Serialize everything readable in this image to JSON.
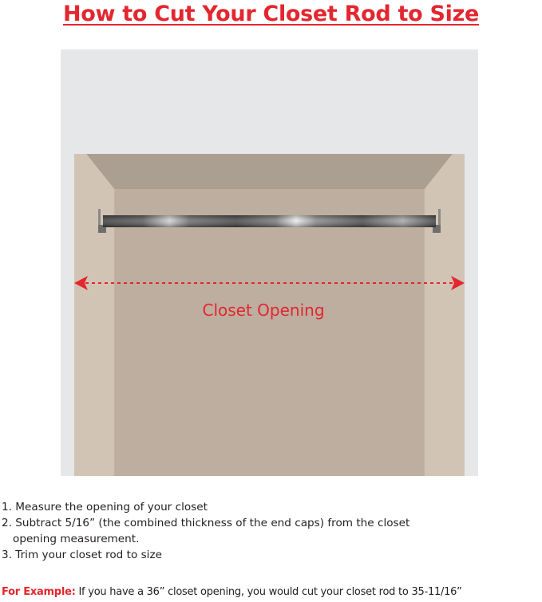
{
  "title": "How to Cut Your Closet Rod to Size",
  "diagram": {
    "opening_label": "Closet Opening",
    "colors": {
      "accent": "#e3262f",
      "wall": "#e6e7e8",
      "side": "#d2c4b4",
      "ceiling": "#ab9f92",
      "back": "#bdae9f",
      "rod": "#4a4a4a"
    }
  },
  "instructions": {
    "step1": "1. Measure the opening of your closet",
    "step2_line1": "2. Subtract 5/16” (the combined thickness of the end caps) from the closet",
    "step2_line2": "opening measurement.",
    "step3": "3. Trim your closet rod to size"
  },
  "example": {
    "lead": "For Example:",
    "text": " If you have a 36” closet opening, you would cut your closet rod to 35-11/16”"
  }
}
